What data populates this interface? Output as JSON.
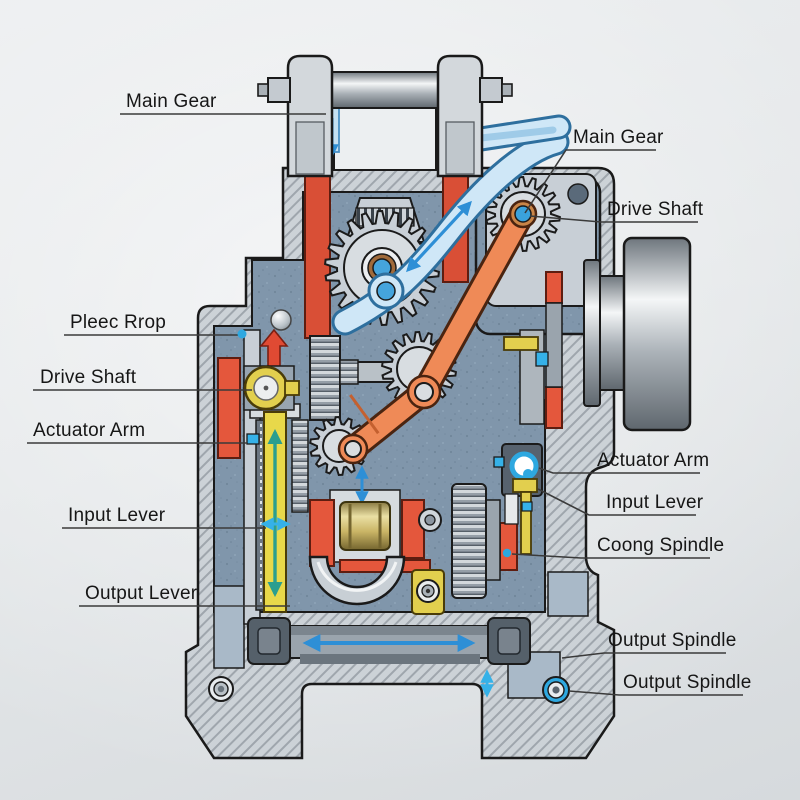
{
  "diagram": {
    "type": "mechanical-cutaway-annotated",
    "labels": [
      {
        "id": "main-gear-left",
        "text": "Main Gear",
        "side": "left"
      },
      {
        "id": "main-gear-right",
        "text": "Main Gear",
        "side": "right"
      },
      {
        "id": "drive-shaft-right",
        "text": "Drive Shaft",
        "side": "right"
      },
      {
        "id": "pleec-prop",
        "text": "Pleec Rrop",
        "side": "left"
      },
      {
        "id": "drive-shaft-left",
        "text": "Drive Shaft",
        "side": "left"
      },
      {
        "id": "actuator-arm-left",
        "text": "Actuator Arm",
        "side": "left"
      },
      {
        "id": "input-lever-left",
        "text": "Input Lever",
        "side": "left"
      },
      {
        "id": "output-lever",
        "text": "Output Lever",
        "side": "left"
      },
      {
        "id": "actuator-arm-right",
        "text": "Actuator Arm",
        "side": "right"
      },
      {
        "id": "input-lever-right",
        "text": "Input Lever",
        "side": "right"
      },
      {
        "id": "coong-spindle",
        "text": "Coong Spindle",
        "side": "right"
      },
      {
        "id": "output-spindle-1",
        "text": "Output Spindle",
        "side": "right"
      },
      {
        "id": "output-spindle-2",
        "text": "Output Spindle",
        "side": "right"
      }
    ],
    "colors": {
      "housing_gray": "#ccd2d7",
      "body_blue_gray": "#8096ab",
      "accent_red": "#d94f36",
      "accent_orange": "#ef8a57",
      "lever_blue": "#cfe7f7",
      "arrow_blue": "#2e8fd6",
      "arrow_teal": "#2b9e8f",
      "arrow_cyan": "#35b1e8",
      "accent_yellow": "#e2cf4e",
      "brass": "#c9b465",
      "leader_line": "#3a3a3a"
    }
  }
}
